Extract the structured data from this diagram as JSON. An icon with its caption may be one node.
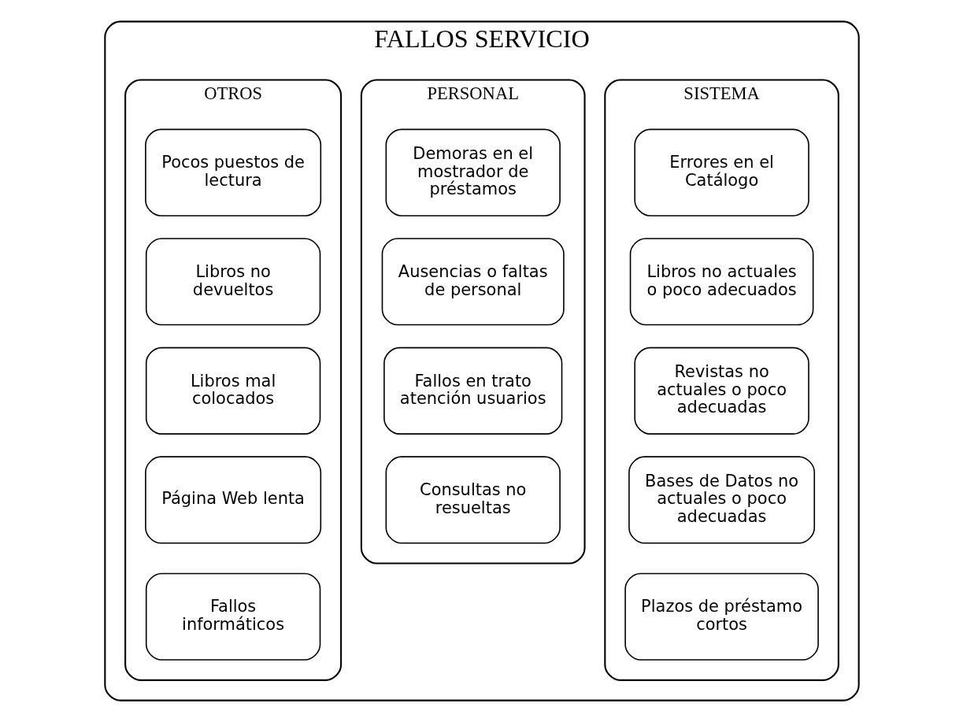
{
  "diagram": {
    "nodes": [
      {
        "text": [
          "FALLOS SERVICIO"
        ]
      },
      {
        "text": [
          "SISTEMA"
        ],
        "in": 0
      },
      {
        "text": [
          "Errores en el Catálogo"
        ],
        "in": 1
      },
      {
        "text": [
          "Libros no actuales o poco adecuados"
        ],
        "in": 1
      },
      {
        "text": [
          "Revistas no actuales o poco adecuadas"
        ],
        "in": 1
      },
      {
        "text": [
          "Bases de Datos no actuales o poco adecuadas"
        ],
        "in": 1
      },
      {
        "text": [
          "Plazos de préstamo  cortos"
        ],
        "in": 1
      },
      {
        "text": [
          "PERSONAL"
        ],
        "in": 0
      },
      {
        "text": [
          "Demoras en el mostrador de préstamos"
        ],
        "in": 7
      },
      {
        "text": [
          "Ausencias o faltas de personal"
        ],
        "in": 7
      },
      {
        "text": [
          "Fallos en trato atención usuarios"
        ],
        "in": 7
      },
      {
        "text": [
          "Consultas no resueltas"
        ],
        "in": 7
      },
      {
        "text": [
          "OTROS"
        ],
        "in": 0
      },
      {
        "text": [
          "Pocos puestos de lectura"
        ],
        "in": 12
      },
      {
        "text": [
          "Libros no devueltos"
        ],
        "in": 12
      },
      {
        "text": [
          "Libros mal colocados"
        ],
        "in": 12
      },
      {
        "text": [
          "Página Web lenta"
        ],
        "in": 12
      },
      {
        "text": [
          "Fallos informáticos"
        ],
        "in": 12
      }
    ],
    "edges": []
  }
}
